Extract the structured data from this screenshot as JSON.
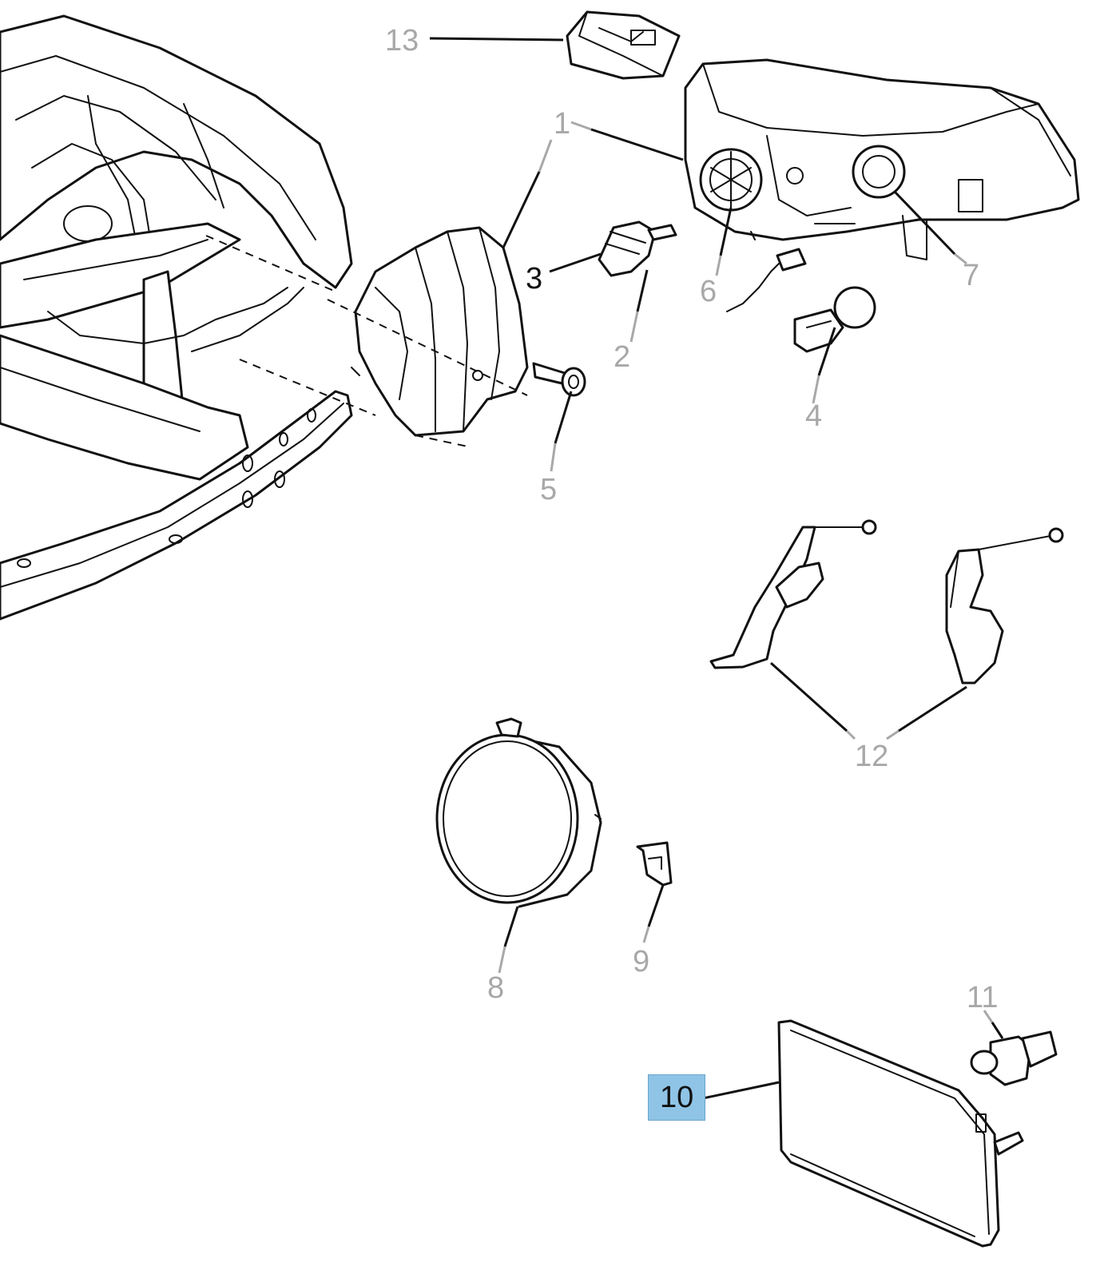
{
  "diagram": {
    "callouts": [
      {
        "id": "13",
        "label": "13"
      },
      {
        "id": "1",
        "label": "1"
      },
      {
        "id": "3",
        "label": "3"
      },
      {
        "id": "2",
        "label": "2"
      },
      {
        "id": "6",
        "label": "6"
      },
      {
        "id": "7",
        "label": "7"
      },
      {
        "id": "4",
        "label": "4"
      },
      {
        "id": "5",
        "label": "5"
      },
      {
        "id": "12",
        "label": "12"
      },
      {
        "id": "8",
        "label": "8"
      },
      {
        "id": "9",
        "label": "9"
      },
      {
        "id": "11",
        "label": "11"
      },
      {
        "id": "10",
        "label": "10",
        "selected": true
      }
    ],
    "colors": {
      "line": "#111111",
      "callout_inactive": "#a8a8a8",
      "callout_active": "#111111",
      "highlight": "#8fc4e6"
    }
  }
}
